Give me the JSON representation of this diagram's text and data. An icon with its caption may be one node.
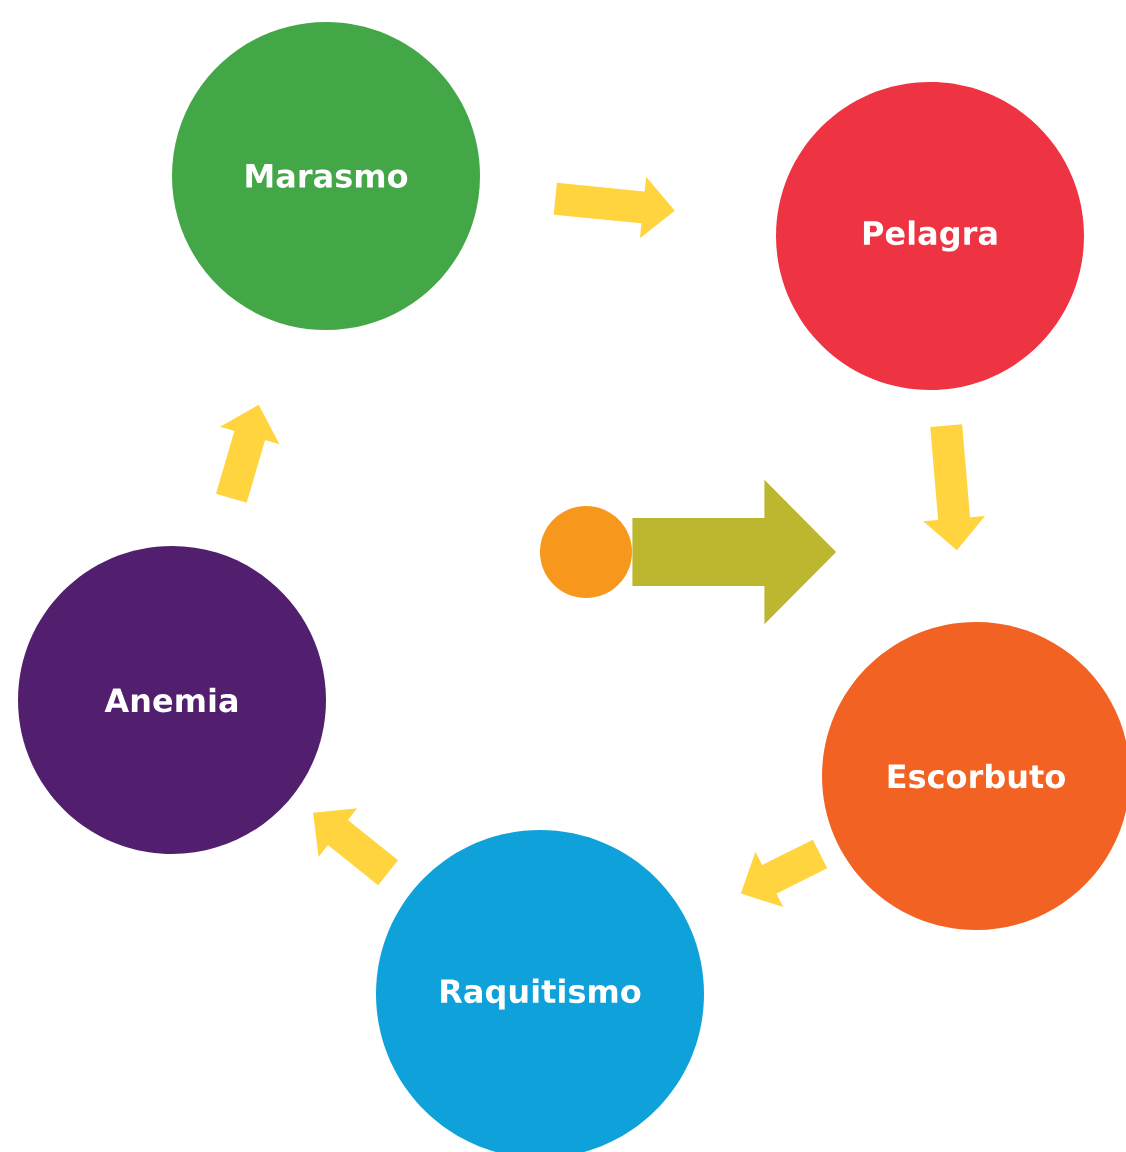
{
  "diagram": {
    "nodes": [
      {
        "text": [
          "Marasmo"
        ]
      },
      {
        "text": [
          "Pelagra"
        ]
      },
      {
        "text": [
          "Escorbuto"
        ]
      },
      {
        "text": [
          "Raquitismo"
        ]
      },
      {
        "text": [
          "Anemia"
        ]
      },
      {
        "text": [],
        "shape": "circle"
      }
    ],
    "edges": [
      {
        "from": 0,
        "to": 1,
        "arrow": "to"
      },
      {
        "from": 1,
        "to": 2,
        "arrow": "to"
      },
      {
        "from": 2,
        "to": 3,
        "arrow": "to"
      },
      {
        "from": 3,
        "to": 4,
        "arrow": "to"
      },
      {
        "from": 4,
        "to": 0,
        "arrow": "to"
      },
      {
        "from": 5,
        "to": null,
        "arrow": "to",
        "style": "thick",
        "color": "#bdb62f"
      }
    ]
  }
}
